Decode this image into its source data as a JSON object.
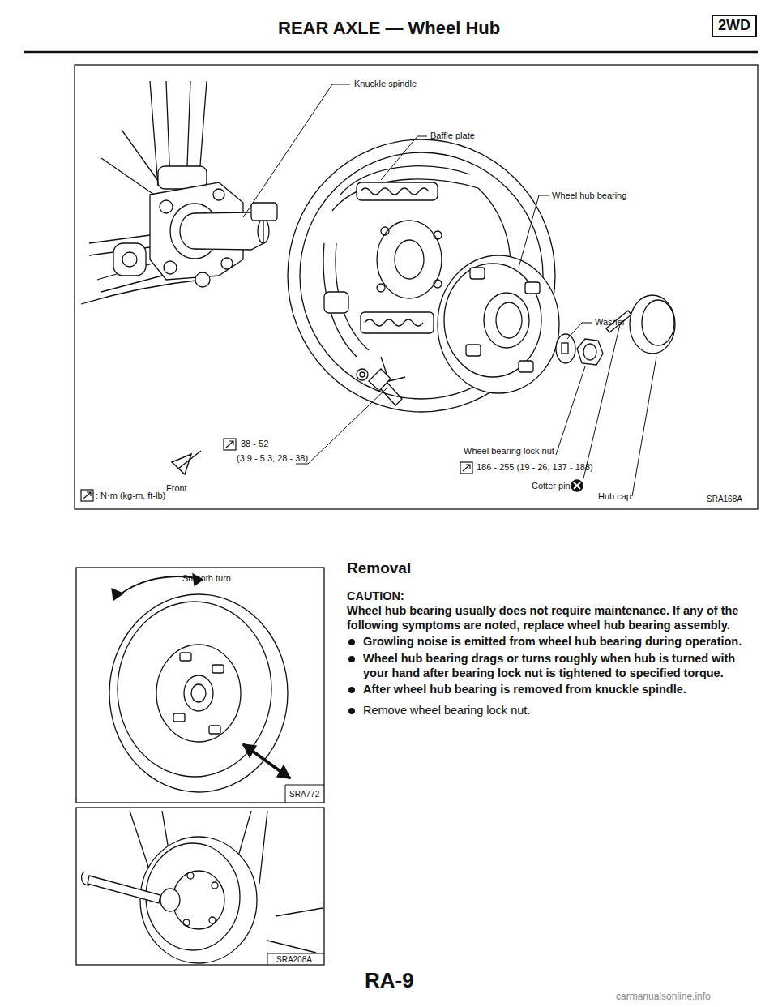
{
  "diagram": {
    "title": "REAR AXLE — Wheel Hub",
    "nodes": [
      {
        "text": [
          "2WD"
        ]
      }
    ],
    "labels": [
      "Knuckle spindle",
      "Baffle plate",
      "Wheel hub bearing",
      "Washer",
      "Front",
      "38 - 52",
      "(3.9 - 5.3, 28 - 38)",
      "Wheel bearing lock nut",
      "186 - 255 (19 - 26, 137 - 188)",
      "Cotter pin",
      "Hub cap",
      ": N·m (kg-m, ft-lb)",
      "SRA168A",
      "Smooth turn",
      "SRA772",
      "SRA208A",
      "Removal",
      "CAUTION:",
      "Wheel hub bearing usually does not require maintenance. If any of the following symptoms are noted, replace wheel hub bearing assembly.",
      "Growling noise is emitted from wheel hub bearing during operation.",
      "Wheel hub bearing drags or turns roughly when hub is turned with your hand after bearing lock nut is tightened to specified torque.",
      "After wheel hub bearing is removed from knuckle spindle.",
      "Remove wheel bearing lock nut.",
      "RA-9",
      "carmanualsonline.info"
    ]
  }
}
